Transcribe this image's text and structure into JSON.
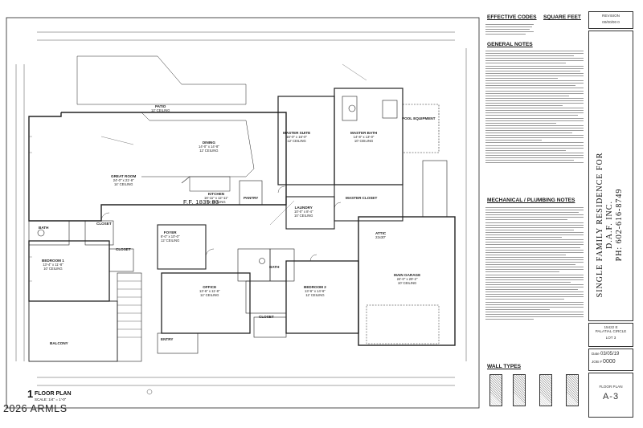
{
  "floorplan": {
    "title_number": "1",
    "title": "FLOOR PLAN",
    "scale": "SCALE: 1/4\" = 1'-0\"",
    "finished_floor": "F.F. 1835.83",
    "rooms": [
      {
        "id": "patio",
        "name": "PATIO",
        "detail": "12' CEILING"
      },
      {
        "id": "dining",
        "name": "DINING",
        "detail": "14'-0\" x 14'-8\"\n12' CEILING"
      },
      {
        "id": "great_room",
        "name": "GREAT ROOM",
        "detail": "24'-0\" x 21'-6\"\n14' CEILING"
      },
      {
        "id": "kitchen",
        "name": "KITCHEN",
        "detail": "16'-11\" x 12'-11\"\n12' CEILING"
      },
      {
        "id": "pantry",
        "name": "PANTRY",
        "detail": ""
      },
      {
        "id": "master_suite",
        "name": "MASTER SUITE",
        "detail": "16'-0\" x 16'-0\"\n12' CEILING"
      },
      {
        "id": "master_bath",
        "name": "MASTER BATH",
        "detail": "14'-8\" x 13'-0\"\n10' CEILING"
      },
      {
        "id": "master_closet",
        "name": "MASTER CLOSET",
        "detail": ""
      },
      {
        "id": "laundry",
        "name": "LAUNDRY",
        "detail": "10'-0\" x 8'-4\"\n10' CEILING"
      },
      {
        "id": "bedroom1",
        "name": "BEDROOM 1",
        "detail": "13'-4\" x 11'-8\"\n10' CEILING"
      },
      {
        "id": "bath_left",
        "name": "BATH",
        "detail": ""
      },
      {
        "id": "closet_left",
        "name": "CLOSET",
        "detail": ""
      },
      {
        "id": "foyer",
        "name": "FOYER",
        "detail": "8'-0\" x 10'-0\"\n12' CEILING"
      },
      {
        "id": "office",
        "name": "OFFICE",
        "detail": "13'-6\" x 11'-8\"\n12' CEILING"
      },
      {
        "id": "bedroom2",
        "name": "BEDROOM 2",
        "detail": "13'-6\" x 14'-6\"\n12' CEILING"
      },
      {
        "id": "main_garage",
        "name": "MAIN GARAGE",
        "detail": "24'-0\" x 29'-2\"\n10' CEILING"
      },
      {
        "id": "entry",
        "name": "ENTRY",
        "detail": ""
      },
      {
        "id": "balcony",
        "name": "BALCONY",
        "detail": ""
      },
      {
        "id": "closet_mid",
        "name": "CLOSET",
        "detail": ""
      },
      {
        "id": "bath_mid",
        "name": "BATH",
        "detail": ""
      },
      {
        "id": "closet_b2",
        "name": "CLOSET",
        "detail": ""
      },
      {
        "id": "attic",
        "name": "ATTIC",
        "detail": "22x30\""
      },
      {
        "id": "pool_equip",
        "name": "POOL EQUIPMENT",
        "detail": ""
      }
    ]
  },
  "notes": {
    "effective_codes": "EFFECTIVE CODES",
    "square_feet": "SQUARE FEET",
    "general_notes": "GENERAL NOTES",
    "mechanical": "MECHANICAL / PLUMBING NOTES",
    "wall_types": "WALL TYPES"
  },
  "title_block": {
    "revision_label": "REVISION",
    "revision_value": "00/00/00  0",
    "project": "SINGLE FAMILY RESIDENCE FOR\nD.A.F. INC.\nPH: 602-616-8749",
    "address_line1": "15422 E",
    "address_line2": "PALATIAL CIRCLE",
    "lot": "LOT 3",
    "date_label": "Date",
    "date_value": "03/05/19",
    "job_label": "JOB #",
    "job_value": "0000",
    "sheet_label": "FLOOR PLAN",
    "sheet_number": "A-3"
  },
  "watermark": "2026 ARMLS"
}
